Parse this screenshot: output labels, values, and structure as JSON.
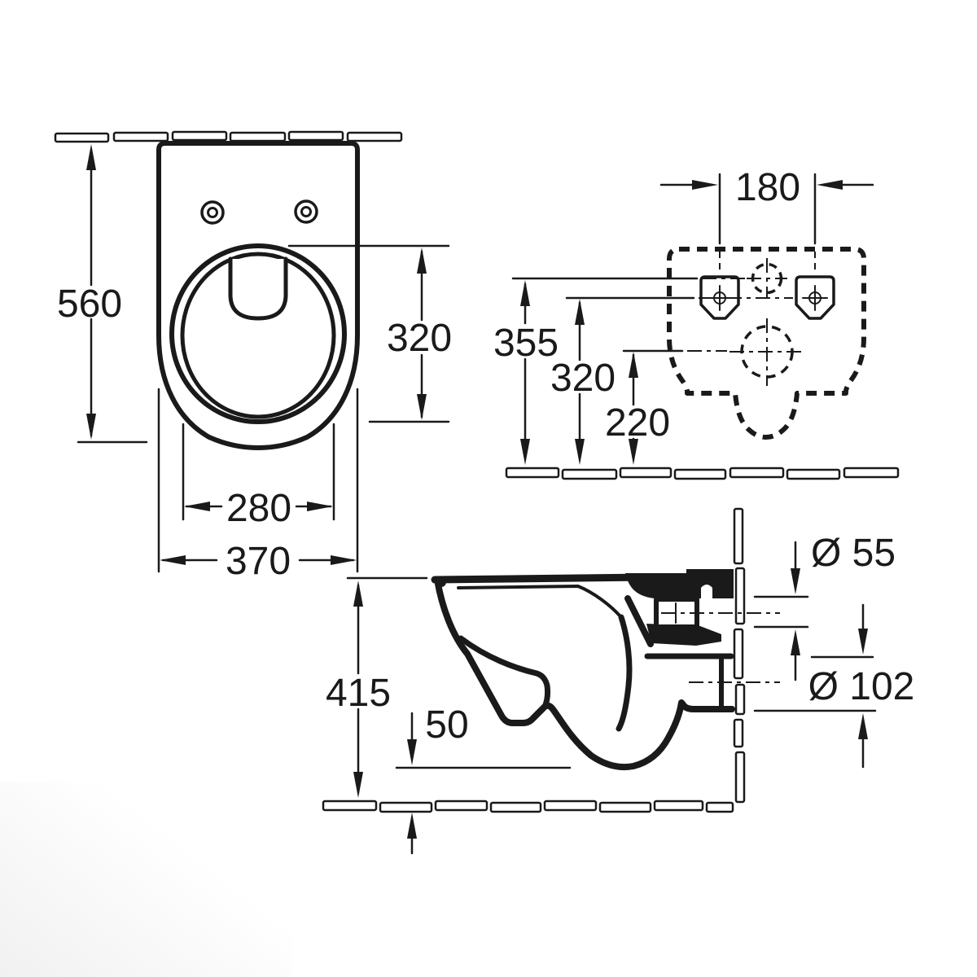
{
  "page": {
    "background": "#ffffff",
    "ink": "#1a1a1a"
  },
  "views": {
    "plan": {
      "dims": {
        "overall_length": "560",
        "cutout_length": "320",
        "cutout_width": "280",
        "overall_width": "370"
      }
    },
    "rear": {
      "dims": {
        "hole_spacing": "180",
        "inlet_center_height": "355",
        "fixing_center_height": "320",
        "outlet_center_height": "220"
      }
    },
    "side": {
      "dims": {
        "overall_height": "415",
        "bottom_clearance": "50",
        "inlet_diameter": "Ø 55",
        "outlet_diameter": "Ø 102"
      }
    }
  }
}
